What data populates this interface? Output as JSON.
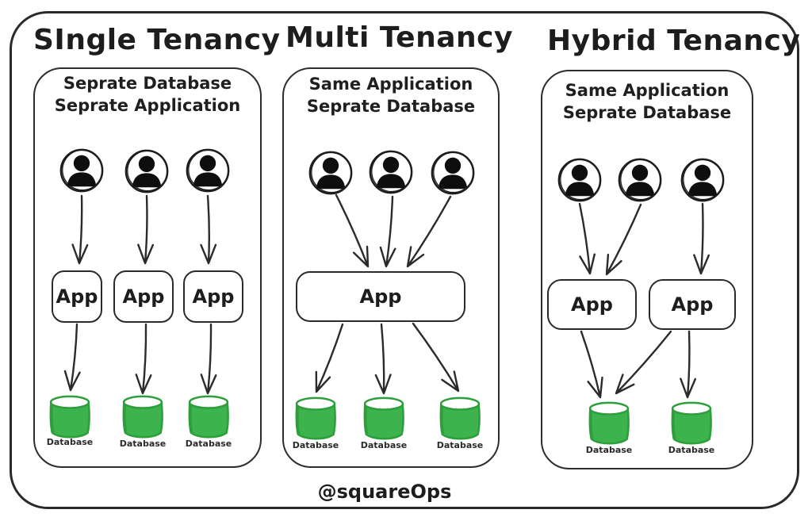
{
  "colors": {
    "ink": "#2a2a2a",
    "database_fill": "#3cb34c",
    "database_stroke": "#2e9e3c"
  },
  "watermark": "@squareOps",
  "icons": {
    "user-icon": "person-silhouette-in-circle",
    "database-icon": "green-cylinder"
  },
  "panels": [
    {
      "title": "SIngle Tenancy",
      "subtitle": [
        "Seprate Database",
        "Seprate Application"
      ],
      "users": 3,
      "apps": [
        "App",
        "App",
        "App"
      ],
      "databases": [
        "Database",
        "Database",
        "Database"
      ]
    },
    {
      "title": "Multi Tenancy",
      "subtitle": [
        "Same Application",
        "Seprate Database"
      ],
      "users": 3,
      "apps": [
        "App"
      ],
      "databases": [
        "Database",
        "Database",
        "Database"
      ]
    },
    {
      "title": "Hybrid Tenancy",
      "subtitle": [
        "Same Application",
        "Seprate Database"
      ],
      "users": 3,
      "apps": [
        "App",
        "App"
      ],
      "databases": [
        "Database",
        "Database"
      ]
    }
  ]
}
